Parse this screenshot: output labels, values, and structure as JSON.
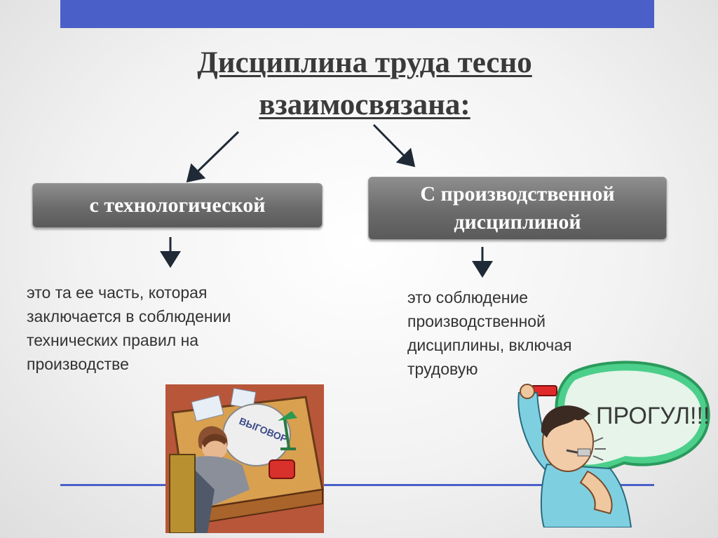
{
  "slide": {
    "title": "Дисциплина труда тесно взаимосвязана:",
    "left_box": {
      "label": "с технологической"
    },
    "right_box": {
      "label": "С производственной дисциплиной"
    },
    "left_description": "это та ее  часть, которая\nзаключается в соблюдении\nтехнических правил на\nпроизводстве",
    "right_description": "это соблюдение\nпроизводственной\nдисциплины, включая\nтрудовую",
    "left_picture": {
      "sack_text": "ВЫГОВОР"
    },
    "right_picture": {
      "bubble_text": "ПРОГУЛ!!!"
    }
  },
  "colors": {
    "accent_bar": "#4a5fc8",
    "box_fill": "#747474",
    "arrow": "#1f2a36"
  }
}
